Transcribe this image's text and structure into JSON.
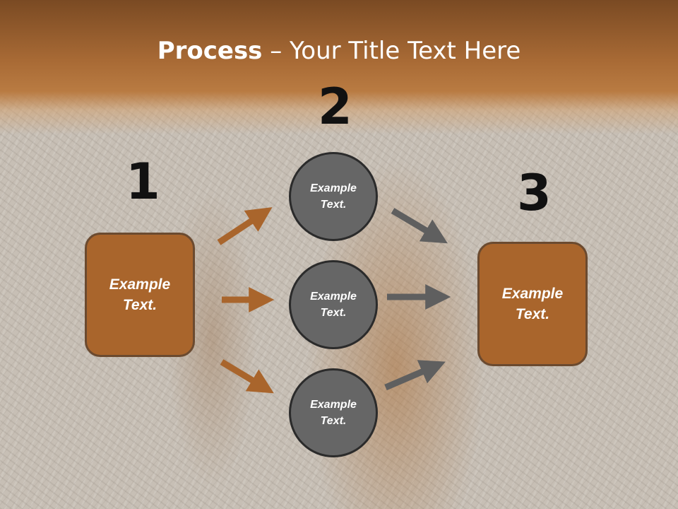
{
  "slide": {
    "title_bold": "Process",
    "title_rest": " – Your Title Text Here"
  },
  "steps": [
    {
      "number": "1",
      "label": "Example\nText."
    },
    {
      "number": "2",
      "circles": [
        "Example\nText.",
        "Example\nText.",
        "Example\nText."
      ]
    },
    {
      "number": "3",
      "label": "Example\nText."
    }
  ],
  "colors": {
    "header": "#a86a35",
    "box_fill": "#a9652c",
    "circle_fill": "#666666",
    "arrow_orange": "#a9652c",
    "arrow_gray": "#5f5f5f"
  }
}
